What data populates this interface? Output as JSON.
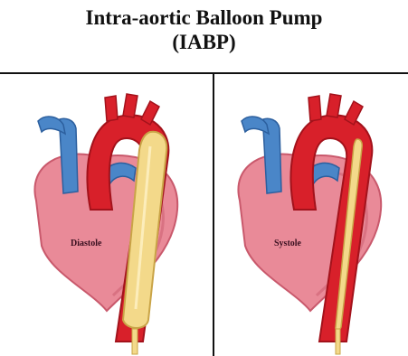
{
  "header": {
    "title_line1": "Intra-aortic Balloon Pump",
    "title_line2": "(IABP)"
  },
  "panels": [
    {
      "label": "Diastole",
      "balloon_state": "inflated"
    },
    {
      "label": "Systole",
      "balloon_state": "deflated"
    }
  ],
  "colors": {
    "aorta": "#d8202a",
    "aorta_dark": "#a3121b",
    "vessels": "#4a86c8",
    "vessels_dark": "#2c5f9e",
    "heart": "#e98a98",
    "heart_dark": "#c9596c",
    "balloon": "#f3d98a",
    "balloon_dark": "#c9a447",
    "background_wash": "#e9edf4"
  }
}
